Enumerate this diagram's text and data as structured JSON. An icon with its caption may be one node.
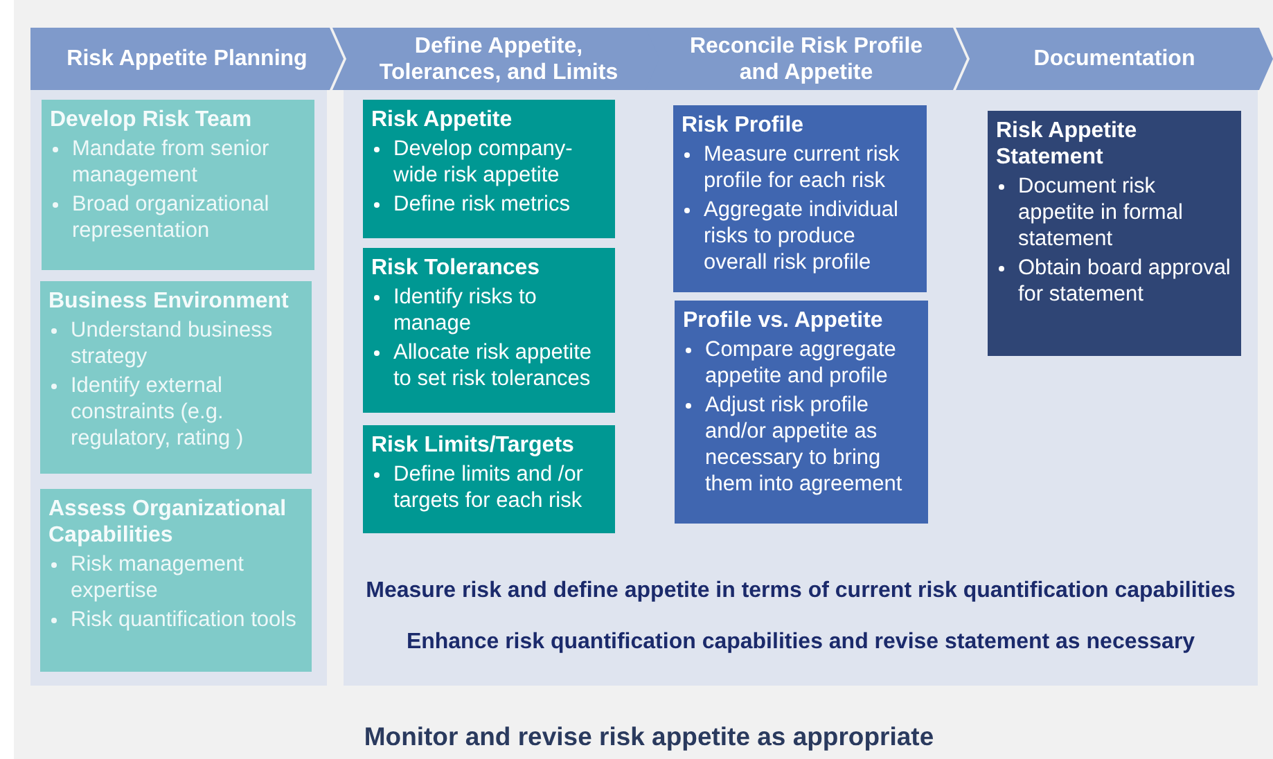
{
  "diagram": {
    "nodes": [
      {
        "text": [
          "Risk Appetite Planning"
        ]
      },
      {
        "text": [
          "Define Appetite, Tolerances, and Limits"
        ]
      },
      {
        "text": [
          "Reconcile Risk Profile and Appetite"
        ]
      },
      {
        "text": [
          "Documentation"
        ]
      },
      {
        "text": [],
        "shape": "box"
      },
      {
        "text": [
          "Develop Risk Team",
          "Mandate from senior management",
          "Broad organizational representation"
        ],
        "in": 4
      },
      {
        "text": [
          "Business Environment",
          "Understand business strategy",
          "Identify external constraints (e.g. regulatory, rating )"
        ],
        "in": 4
      },
      {
        "text": [
          "Assess Organizational Capabilities",
          "Risk management expertise",
          "Risk quantification tools"
        ],
        "in": 4
      },
      {
        "text": [
          "Measure risk and define appetite in terms of current risk quantification capabilities",
          "Enhance risk quantification capabilities and revise statement as necessary"
        ]
      },
      {
        "text": [
          "Risk Appetite",
          "Develop company-wide risk appetite",
          "Define risk metrics"
        ],
        "in": 8
      },
      {
        "text": [
          "Risk Tolerances",
          "Identify risks to manage",
          "Allocate risk appetite to set risk tolerances"
        ],
        "in": 8
      },
      {
        "text": [
          "Risk Limits/Targets",
          "Define limits and /or targets for each risk"
        ],
        "in": 8
      },
      {
        "text": [
          "Risk Profile",
          "Measure current risk profile for each risk",
          "Aggregate individual risks to produce overall risk profile"
        ],
        "in": 8
      },
      {
        "text": [
          "Profile vs. Appetite",
          "Compare aggregate appetite and profile",
          "Adjust risk profile and/or appetite as necessary to bring them into agreement"
        ],
        "in": 8
      },
      {
        "text": [
          "Risk Appetite Statement",
          "Document risk appetite in formal statement",
          "Obtain board approval for statement"
        ],
        "in": 8
      }
    ],
    "labels": [
      "Monitor and revise risk appetite as appropriate"
    ]
  }
}
